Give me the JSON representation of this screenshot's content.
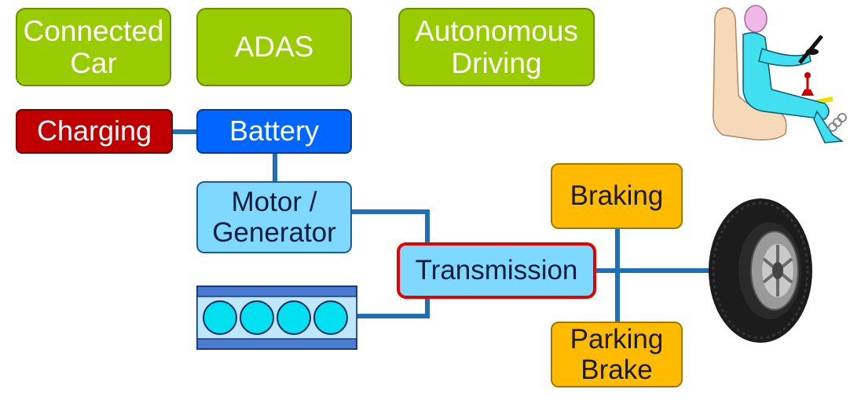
{
  "colors": {
    "green": "#99cc00",
    "red": "#c00000",
    "blue": "#0066ff",
    "light_blue": "#7fd9ff",
    "orange": "#ffbb00",
    "wire": "#1f6fb8",
    "highlight": "#e60000"
  },
  "top_row": {
    "connected_car": "Connected\nCar",
    "adas": "ADAS",
    "autonomous_driving": "Autonomous\nDriving"
  },
  "powertrain": {
    "charging": "Charging",
    "battery": "Battery",
    "motor_generator": "Motor /\nGenerator",
    "engine_icon": "engine-cylinders-icon",
    "transmission": "Transmission"
  },
  "chassis": {
    "braking": "Braking",
    "parking_brake": "Parking\nBrake",
    "wheel_icon": "tire-icon"
  },
  "driver_icon": "driver-seated-icon"
}
